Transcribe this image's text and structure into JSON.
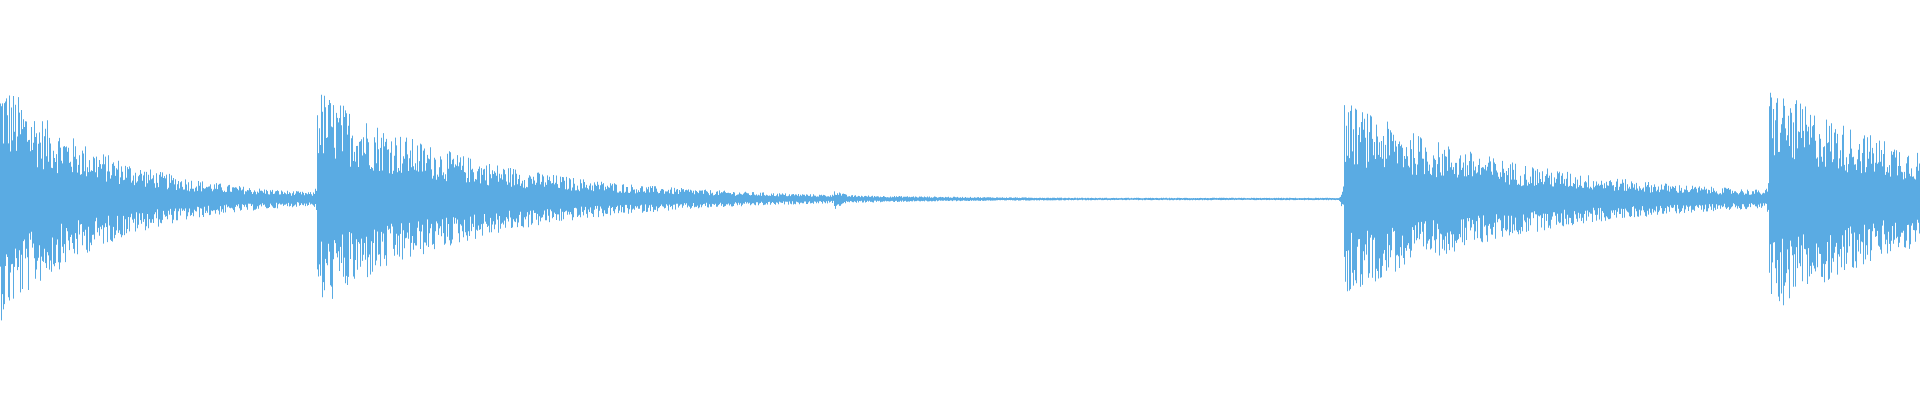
{
  "waveform": {
    "color": "#5aabe3",
    "background": "#ffffff",
    "duration_fraction_visible": 1.0,
    "samples_per_column_note": "",
    "transients": [
      {
        "time": 0.0,
        "peak": 0.72,
        "decay": 0.055
      },
      {
        "time": 0.165,
        "peak": 0.66,
        "decay": 0.08
      },
      {
        "time": 0.434,
        "peak": 0.07,
        "decay": 0.006
      },
      {
        "time": 0.7,
        "peak": 0.58,
        "decay": 0.09
      },
      {
        "time": 0.921,
        "peak": 0.68,
        "decay": 0.09
      }
    ],
    "noise_floor": 0.004
  }
}
